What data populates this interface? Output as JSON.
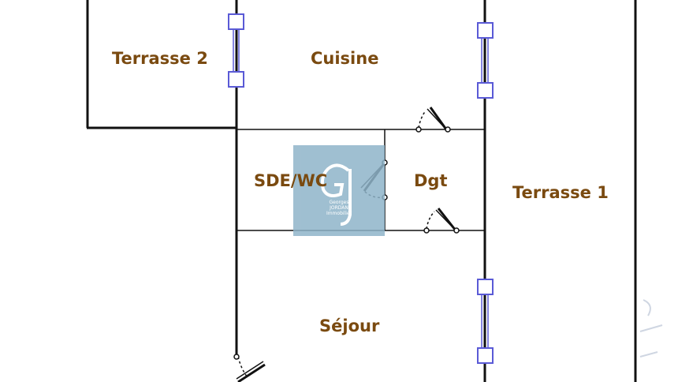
{
  "rooms": {
    "terrasse2": "Terrasse 2",
    "cuisine": "Cuisine",
    "sde_wc": "SDE/WC",
    "dgt": "Dgt",
    "terrasse1": "Terrasse 1",
    "sejour": "Séjour"
  },
  "watermark": {
    "monogram": "GJ",
    "line1": "Georges",
    "line2": "JORDAN",
    "line3": "Immobilier"
  },
  "colors": {
    "wall": "#111111",
    "window": "#5a5ad6",
    "label": "#7a4a10",
    "watermark": "#8fb4c9"
  }
}
